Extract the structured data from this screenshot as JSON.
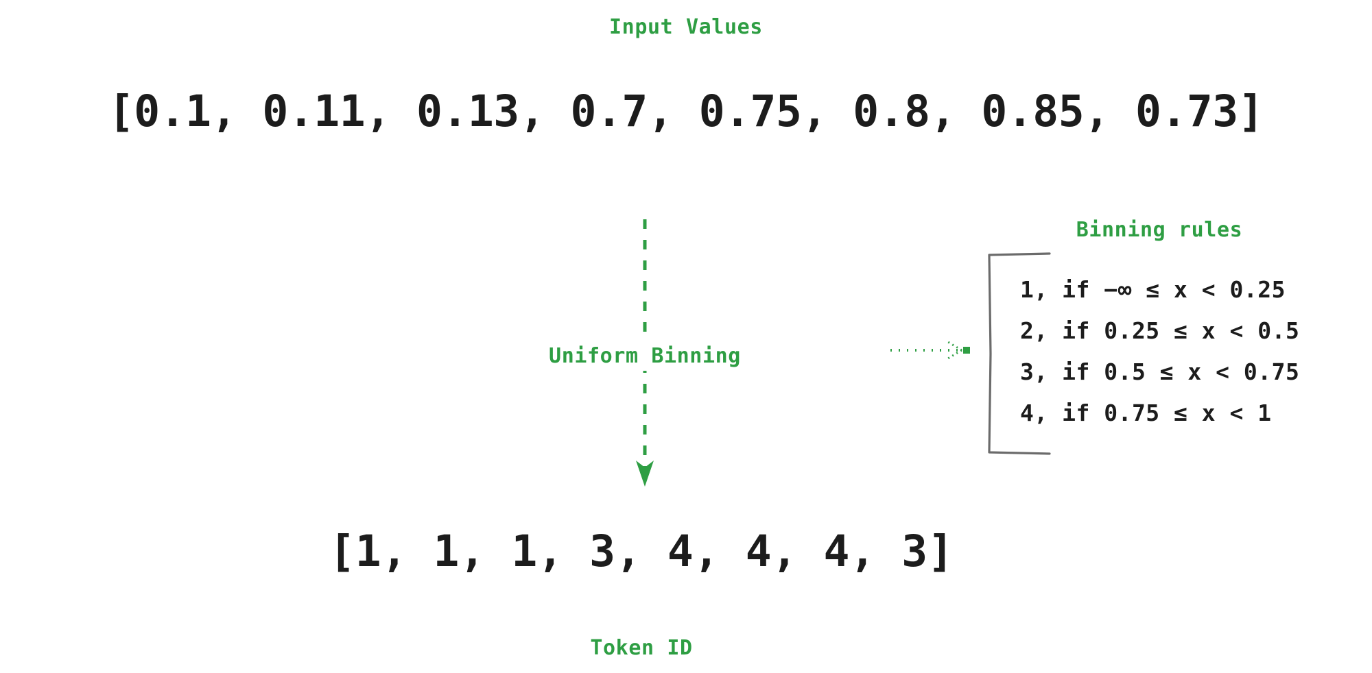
{
  "diagram": {
    "input_title": "Input Values",
    "input_array": "[0.1, 0.11, 0.13, 0.7, 0.75, 0.8, 0.85, 0.73]",
    "process_label": "Uniform Binning",
    "output_array": "[1, 1, 1, 3, 4, 4, 4, 3]",
    "output_title": "Token ID",
    "rules_title": "Binning rules",
    "rules": [
      "1, if −∞ ≤ x < 0.25",
      "2, if 0.25 ≤ x < 0.5",
      "3, if 0.5 ≤ x < 0.75",
      "4, if 0.75 ≤ x < 1"
    ],
    "colors": {
      "accent_green": "#2e9e43",
      "text_dark": "#1c1c1c",
      "bracket_gray": "#6b6b6b",
      "background": "#ffffff"
    }
  },
  "chart_data": {
    "type": "table",
    "title": "Uniform Binning",
    "input_values": [
      0.1,
      0.11,
      0.13,
      0.7,
      0.75,
      0.8,
      0.85,
      0.73
    ],
    "output_token_ids": [
      1,
      1,
      1,
      3,
      4,
      4,
      4,
      3
    ],
    "bin_edges": [
      0.25,
      0.5,
      0.75,
      1
    ],
    "bins": [
      {
        "token_id": 1,
        "lower": "-inf",
        "upper": 0.25,
        "lower_inclusive": true,
        "upper_inclusive": false,
        "label": "1, if −∞ ≤ x < 0.25"
      },
      {
        "token_id": 2,
        "lower": 0.25,
        "upper": 0.5,
        "lower_inclusive": true,
        "upper_inclusive": false,
        "label": "2, if 0.25 ≤ x < 0.5"
      },
      {
        "token_id": 3,
        "lower": 0.5,
        "upper": 0.75,
        "lower_inclusive": true,
        "upper_inclusive": false,
        "label": "3, if 0.5 ≤ x < 0.75"
      },
      {
        "token_id": 4,
        "lower": 0.75,
        "upper": 1,
        "lower_inclusive": true,
        "upper_inclusive": false,
        "label": "4, if 0.75 ≤ x < 1"
      }
    ],
    "xlabel": "Input Values",
    "ylabel": "Token ID"
  }
}
